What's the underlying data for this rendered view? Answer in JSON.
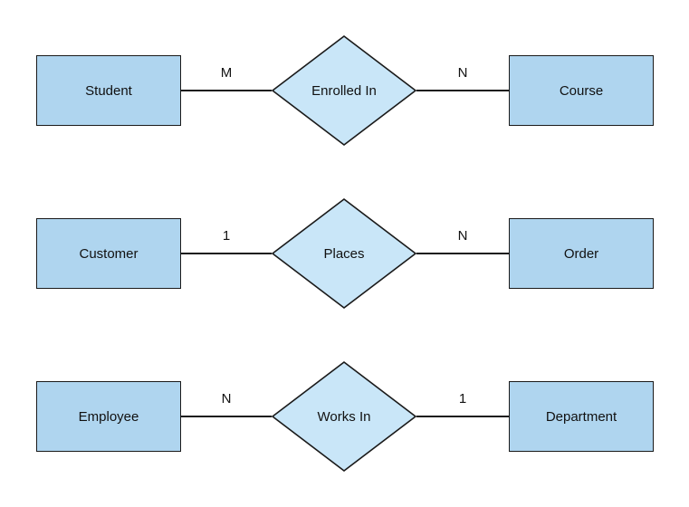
{
  "diagram": {
    "type": "entity-relationship",
    "colors": {
      "entity_fill": "#afd5ef",
      "relationship_fill": "#c9e6f8",
      "stroke": "#1a1a1a",
      "text": "#111111",
      "background": "#ffffff"
    },
    "rows": [
      {
        "left_entity": "Student",
        "left_cardinality": "M",
        "relationship": "Enrolled In",
        "right_cardinality": "N",
        "right_entity": "Course"
      },
      {
        "left_entity": "Customer",
        "left_cardinality": "1",
        "relationship": "Places",
        "right_cardinality": "N",
        "right_entity": "Order"
      },
      {
        "left_entity": "Employee",
        "left_cardinality": "N",
        "relationship": "Works In",
        "right_cardinality": "1",
        "right_entity": "Department"
      }
    ]
  }
}
